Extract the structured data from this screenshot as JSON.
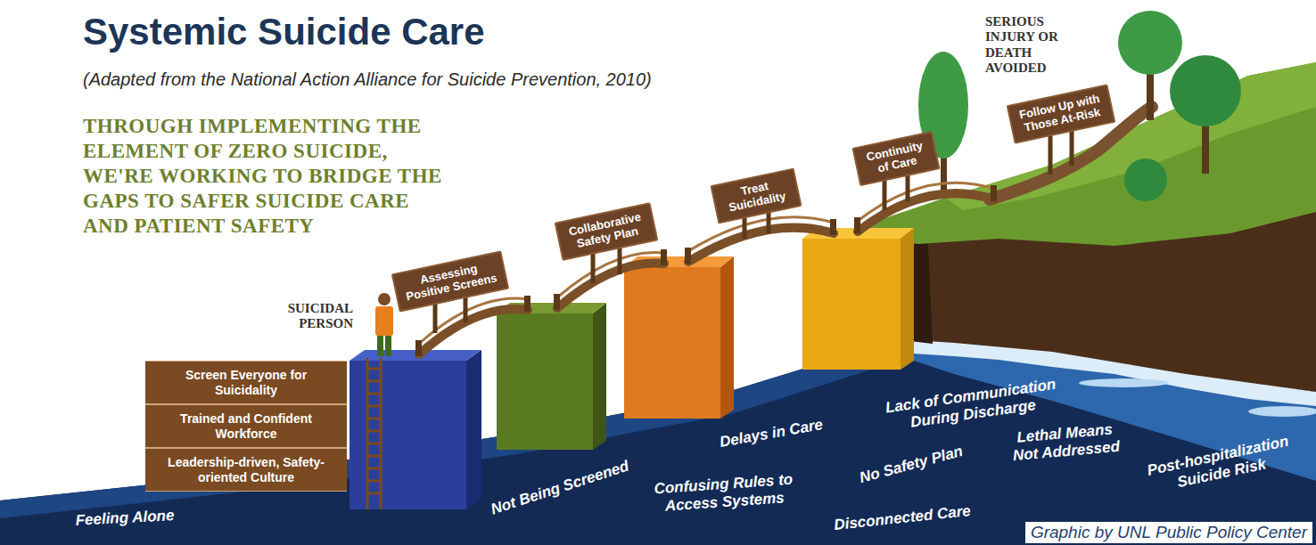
{
  "diagram": {
    "title": "Systemic Suicide Care",
    "caption": "Graphic by UNL Public Policy Center",
    "nodes": [
      {
        "text": [
          "Screen Everyone for Suicidality"
        ]
      },
      {
        "text": [
          "Trained and Confident Workforce"
        ]
      },
      {
        "text": [
          "Leadership-driven, Safety-oriented Culture"
        ]
      },
      {
        "text": [
          "Assessing Positive Screens"
        ]
      },
      {
        "text": [
          "Collaborative Safety Plan"
        ]
      },
      {
        "text": [
          "Treat Suicidality"
        ]
      },
      {
        "text": [
          "Continuity of Care"
        ]
      },
      {
        "text": [
          "Follow Up with Those At-Risk"
        ]
      }
    ],
    "labels": [
      "(Adapted from the National Action Alliance for Suicide Prevention, 2010)",
      "THROUGH IMPLEMENTING THE ELEMENT OF ZERO SUICIDE, WE'RE WORKING TO BRIDGE THE GAPS TO SAFER SUICIDE CARE AND PATIENT SAFETY",
      "SUICIDAL PERSON",
      "SERIOUS INJURY OR DEATH AVOIDED",
      "Feeling Alone",
      "Not Being Screened",
      "Confusing Rules to Access Systems",
      "Delays in Care",
      "No Safety Plan",
      "Disconnected Care",
      "Lack of Communication During Discharge",
      "Lethal Means Not Addressed",
      "Post-hospitalization Suicide Risk"
    ]
  }
}
